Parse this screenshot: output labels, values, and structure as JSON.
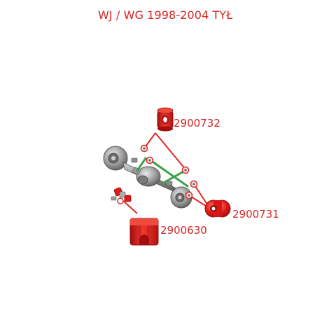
{
  "title": "WJ / WG 1998-2004 TYŁ",
  "parts": [
    {
      "part_number": "2900732",
      "icon": "bushing-icon"
    },
    {
      "part_number": "2900731",
      "icon": "bushing-icon"
    },
    {
      "part_number": "2900630",
      "icon": "bushing-icon"
    }
  ],
  "colors": {
    "accent": "#d62424",
    "bushing_red": "#e01a1a",
    "bushing_dark": "#a20e0e",
    "link_green": "#3aa14a",
    "axle_grey": "#8a8a8a",
    "callout_line": "#e32626"
  }
}
